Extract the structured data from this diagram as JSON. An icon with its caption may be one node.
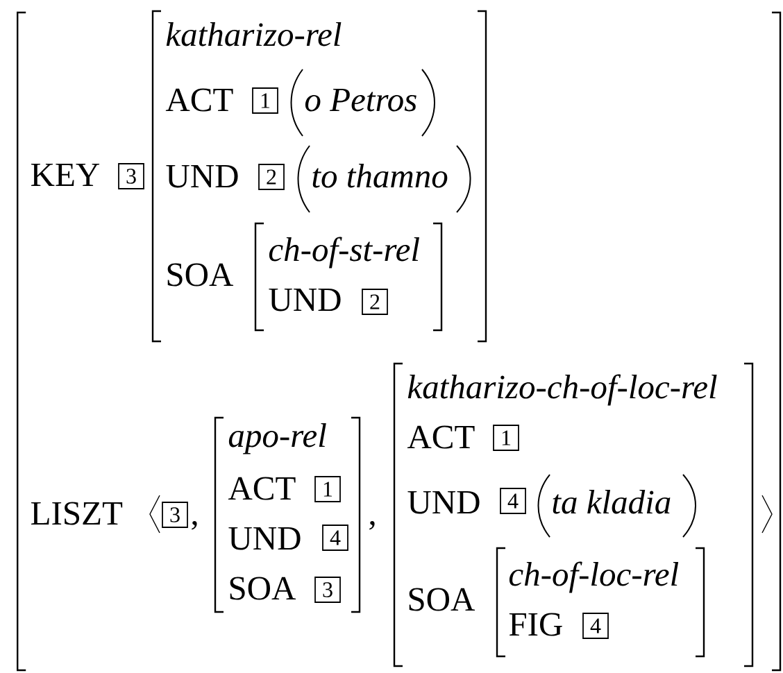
{
  "diagram": {
    "labels": [
      "KEY",
      "3",
      "katharizo-rel",
      "ACT",
      "1",
      "o Petros",
      "UND",
      "2",
      "to thamno",
      "SOA",
      "ch-of-st-rel",
      "UND",
      "2",
      "LISZT",
      "3",
      ",",
      "apo-rel",
      "ACT",
      "1",
      "UND",
      "4",
      "SOA",
      "3",
      ",",
      "katharizo-ch-of-loc-rel",
      "ACT",
      "1",
      "UND",
      "4",
      "ta kladia",
      "SOA",
      "ch-of-loc-rel",
      "FIG",
      "4"
    ]
  }
}
